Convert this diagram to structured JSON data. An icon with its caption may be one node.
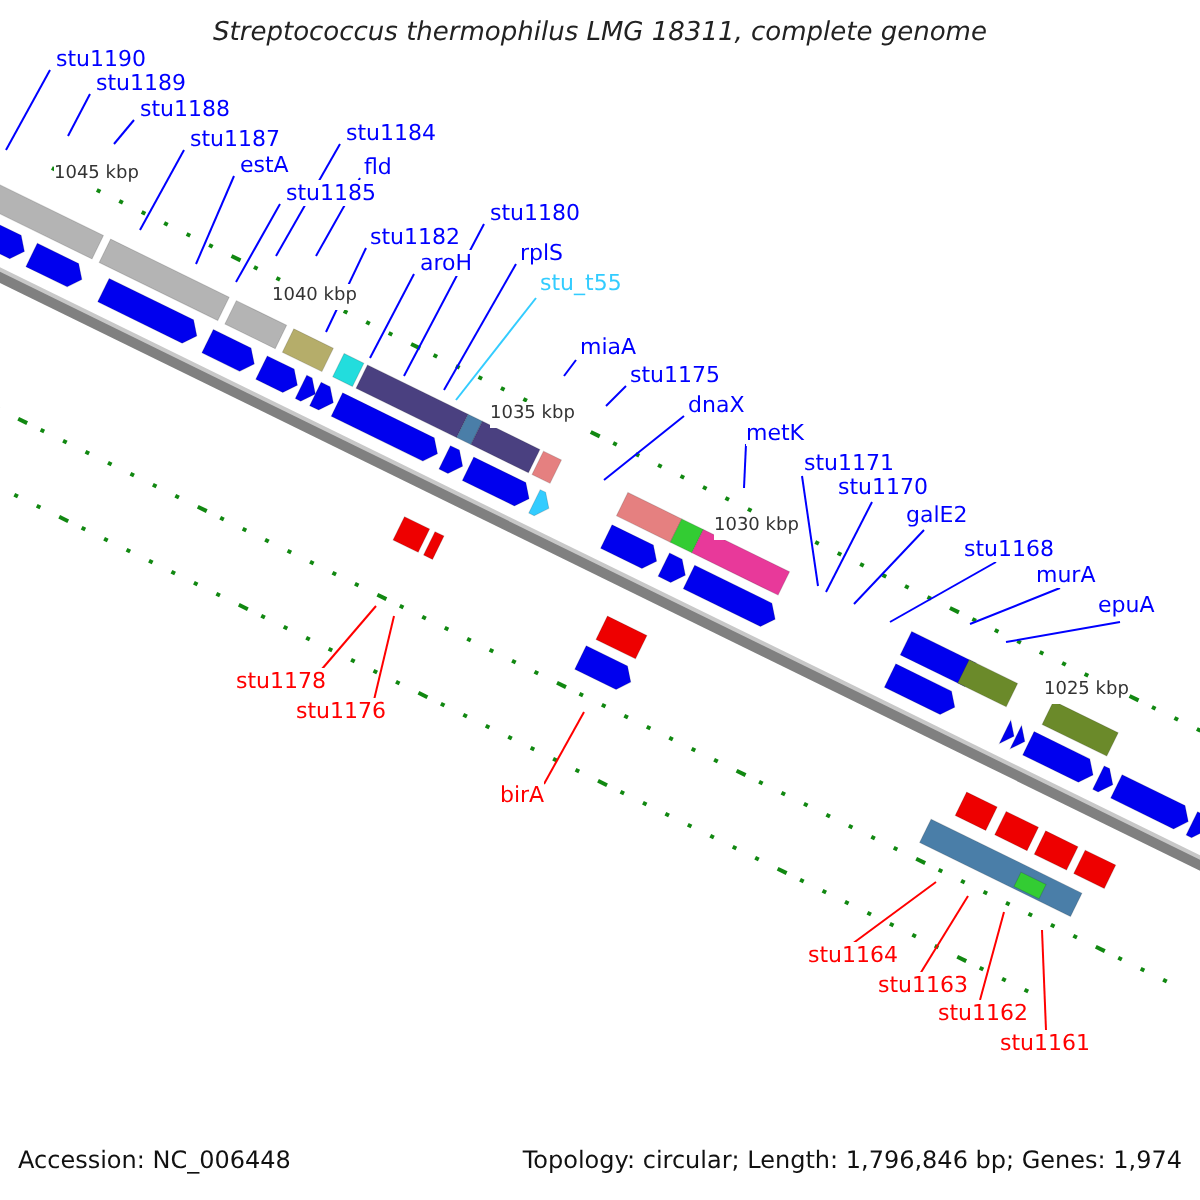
{
  "diagram": {
    "title": "Streptococcus thermophilus LMG 18311, complete genome",
    "nodes": [
      {
        "text": [
          "stu1190"
        ]
      },
      {
        "text": [
          "stu1189"
        ]
      },
      {
        "text": [
          "stu1188"
        ]
      },
      {
        "text": [
          "stu1187"
        ]
      },
      {
        "text": [
          "estA"
        ]
      },
      {
        "text": [
          "stu1184"
        ]
      },
      {
        "text": [
          "fld"
        ]
      },
      {
        "text": [
          "stu1185"
        ]
      },
      {
        "text": [
          "stu1182"
        ]
      },
      {
        "text": [
          "aroH"
        ]
      },
      {
        "text": [
          "stu1180"
        ]
      },
      {
        "text": [
          "rplS"
        ]
      },
      {
        "text": [
          "stu_t55"
        ]
      },
      {
        "text": [
          "miaA"
        ]
      },
      {
        "text": [
          "stu1175"
        ]
      },
      {
        "text": [
          "dnaX"
        ]
      },
      {
        "text": [
          "metK"
        ]
      },
      {
        "text": [
          "stu1171"
        ]
      },
      {
        "text": [
          "stu1170"
        ]
      },
      {
        "text": [
          "galE2"
        ]
      },
      {
        "text": [
          "stu1168"
        ]
      },
      {
        "text": [
          "murA"
        ]
      },
      {
        "text": [
          "epuA"
        ]
      },
      {
        "text": [
          "stu1178"
        ]
      },
      {
        "text": [
          "stu1176"
        ]
      },
      {
        "text": [
          "birA"
        ]
      },
      {
        "text": [
          "stu1164"
        ]
      },
      {
        "text": [
          "stu1163"
        ]
      },
      {
        "text": [
          "stu1162"
        ]
      },
      {
        "text": [
          "stu1161"
        ]
      }
    ],
    "edges": [
      {
        "from": 0,
        "to": null,
        "arrow": "none"
      },
      {
        "from": 1,
        "to": null,
        "arrow": "none"
      },
      {
        "from": 2,
        "to": null,
        "arrow": "none"
      },
      {
        "from": 3,
        "to": null,
        "arrow": "none"
      },
      {
        "from": 4,
        "to": null,
        "arrow": "none"
      },
      {
        "from": 5,
        "to": null,
        "arrow": "none"
      },
      {
        "from": 6,
        "to": null,
        "arrow": "none"
      },
      {
        "from": 7,
        "to": null,
        "arrow": "none"
      },
      {
        "from": 8,
        "to": null,
        "arrow": "none"
      },
      {
        "from": 9,
        "to": null,
        "arrow": "none"
      },
      {
        "from": 10,
        "to": null,
        "arrow": "none"
      },
      {
        "from": 11,
        "to": null,
        "arrow": "none"
      },
      {
        "from": 12,
        "to": null,
        "arrow": "none",
        "color": "#33ccff"
      },
      {
        "from": 13,
        "to": null,
        "arrow": "none"
      },
      {
        "from": 14,
        "to": null,
        "arrow": "none"
      },
      {
        "from": 15,
        "to": null,
        "arrow": "none"
      },
      {
        "from": 16,
        "to": null,
        "arrow": "none"
      },
      {
        "from": 17,
        "to": null,
        "arrow": "none"
      },
      {
        "from": 18,
        "to": null,
        "arrow": "none"
      },
      {
        "from": 19,
        "to": null,
        "arrow": "none"
      },
      {
        "from": 20,
        "to": null,
        "arrow": "none"
      },
      {
        "from": 21,
        "to": null,
        "arrow": "none"
      },
      {
        "from": 22,
        "to": null,
        "arrow": "none"
      },
      {
        "from": 23,
        "to": null,
        "arrow": "none",
        "color": "#ff0000"
      },
      {
        "from": 24,
        "to": null,
        "arrow": "none",
        "color": "#ff0000"
      },
      {
        "from": 25,
        "to": null,
        "arrow": "none",
        "color": "#ff0000"
      },
      {
        "from": 26,
        "to": null,
        "arrow": "none",
        "color": "#ff0000"
      },
      {
        "from": 27,
        "to": null,
        "arrow": "none",
        "color": "#ff0000"
      },
      {
        "from": 28,
        "to": null,
        "arrow": "none",
        "color": "#ff0000"
      },
      {
        "from": 29,
        "to": null,
        "arrow": "none",
        "color": "#ff0000"
      }
    ],
    "labels": [
      "1045 kbp",
      "1040 kbp",
      "1035 kbp",
      "1030 kbp",
      "1025 kbp",
      "Accession: NC_006448",
      "Topology: circular; Length: 1,796,846 bp; Genes: 1,974"
    ]
  }
}
